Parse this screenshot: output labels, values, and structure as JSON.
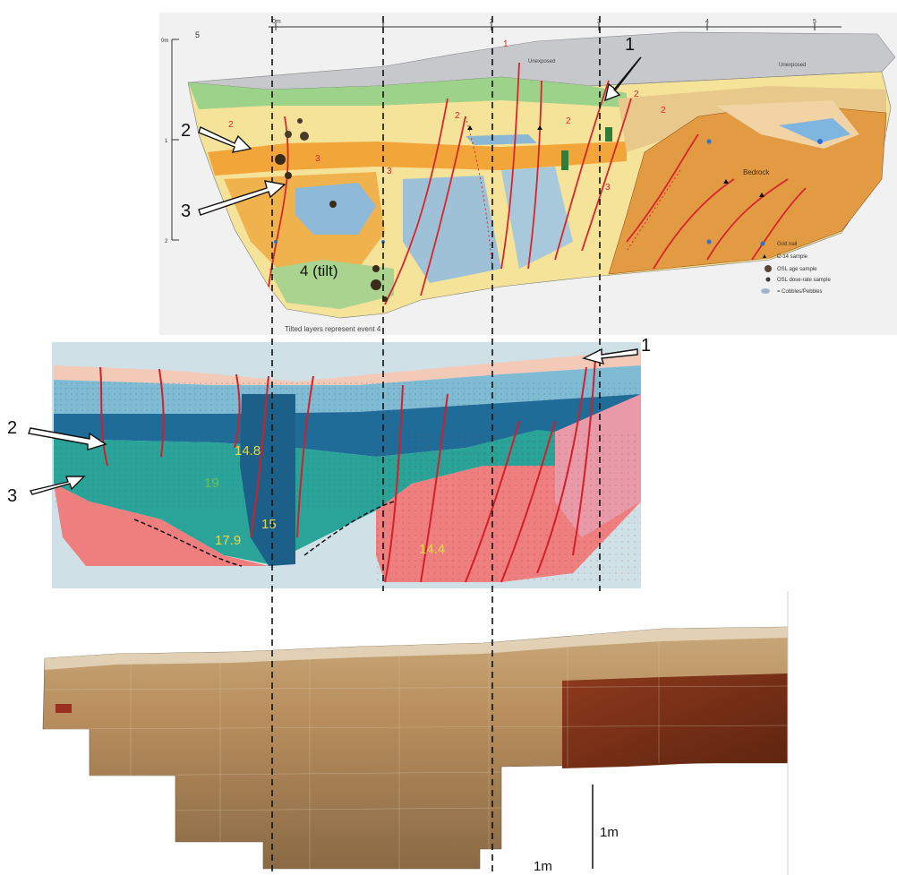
{
  "top_log": {
    "panel_number": "5",
    "axis_ticks": [
      "0m",
      "1",
      "2",
      "3",
      "4",
      "5"
    ],
    "depth_ticks": [
      "0m",
      "1",
      "2"
    ],
    "units": [
      {
        "label": "Unexposed"
      },
      {
        "label": "Unexposed"
      },
      {
        "label": "Bedrock"
      }
    ],
    "tilt_label": "4 (tilt)",
    "caption": "Tilted layers represent event 4",
    "legend": [
      {
        "label": "Grid nail",
        "color": "#2f6fd1"
      },
      {
        "label": "C-14 sample",
        "color": "#111111"
      },
      {
        "label": "OSL age sample",
        "color": "#5a4632"
      },
      {
        "label": "OSL dose-rate sample",
        "color": "#3a3a3a"
      },
      {
        "label": "= Cobbles/Pebbles",
        "color": "#9fb4c8"
      }
    ],
    "event_labels": [
      "1",
      "2",
      "2",
      "2",
      "2",
      "2",
      "3",
      "3",
      "3"
    ]
  },
  "middle_log": {
    "ages": [
      {
        "label": "14.8",
        "color": "#e6d84a"
      },
      {
        "label": "19",
        "color": "#6bbf59"
      },
      {
        "label": "15",
        "color": "#e6d84a"
      },
      {
        "label": "17.9",
        "color": "#e6d84a"
      },
      {
        "label": "14.4",
        "color": "#e6d84a"
      }
    ]
  },
  "arrows": [
    {
      "label": "1"
    },
    {
      "label": "2"
    },
    {
      "label": "3"
    },
    {
      "label": "1"
    },
    {
      "label": "2"
    },
    {
      "label": "3"
    }
  ],
  "photo": {
    "scale_vertical": "1m",
    "scale_horizontal": "1m"
  }
}
